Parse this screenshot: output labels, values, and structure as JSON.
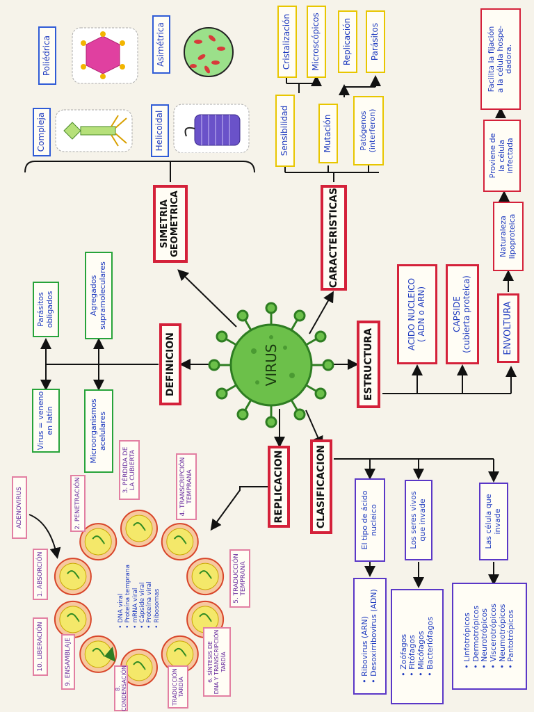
{
  "center": {
    "label": "VIRUS",
    "color": "#6cc04a"
  },
  "main_nodes": {
    "simetria": "SIMETRIA\nGEOMETRICA",
    "caracteristicas": "CARACTERISTICAS",
    "definicion": "DEFINICION",
    "estructura": "ESTRUCTURA",
    "replicacion": "REPLICACION",
    "clasificacion": "CLASIFICACION"
  },
  "simetria_types": {
    "poliedrica": "Poliédrica",
    "asimetrica": "Asimétrica",
    "compleja": "Compleja",
    "helicoidal": "Helicoidal"
  },
  "caracteristicas": {
    "cristalizacion": "Cristalización",
    "microscopicos": "Microscópicos",
    "replicacion": "Replicación",
    "parasitos": "Parásitos",
    "sensibilidad": "Sensibilidad",
    "mutacion": "Mutación",
    "patogenos": "Patógenos\n(interferon)"
  },
  "envoltura_info": {
    "facilita": "Facilita la fijación\na la célula hospe-\ndadora.",
    "proviene": "Proviene de\nla célula\ninfectada",
    "naturaleza": "Naturaleza\nlipoproteica"
  },
  "definicion": {
    "parasitos_obligados": "Parásitos\nobligados",
    "agregados": "Agregados\nsupramoleculares",
    "virus_veneno": "Virus = veneno\nen latín",
    "microorganismos": "Microorganismos\nacelulares"
  },
  "estructura": {
    "acido": "ACIDO NUCLEICO\n( ADN o ARN)",
    "capside": "CAPSIDE\n(cubierta proteica)",
    "envoltura": "ENVOLTURA"
  },
  "clasificacion": {
    "tipo_acido": "El tipo de ácido\nnucleico",
    "seres_vivos": "Los seres vivos\nque invade",
    "celula": "Las célula que\ninvade",
    "acido_list": [
      "Ribovirus (ARN)",
      "Desoxirribovirus (ADN)"
    ],
    "seres_list": [
      "Zoófagos",
      "Fitófagos",
      "Micófagos",
      "Bacteriófagos"
    ],
    "celula_list": [
      "Linfotrópicos",
      "Dermotrópicos",
      "Neurotrópicos",
      "Viscerotrópicos",
      "Neumotrópicos",
      "Pantotrópicos"
    ]
  },
  "replicacion_cycle": {
    "adenovirus": "ADENOVIRUS",
    "steps": {
      "s1": "1. ABSORCIÓN",
      "s2": "2. PENETRACIÓN",
      "s3": "3. PÉRDIDA DE\nLA CUBIERTA",
      "s4": "4. TRANSCRIPCIÓN\nTEMPRANA",
      "s5": "5. TRADUCCIÓN\nTEMPRANA",
      "s6": "6. SÍNTESIS DE\nDNA Y TRANSCRIPCIÓN\nTARDÍA",
      "s7": "TRADUCCIÓN\nTARDÍA",
      "s8": "8. CONDENSACIÓN",
      "s9": "9. ENSAMBLAJE",
      "s10": "10. LIBERACIÓN"
    },
    "legend": [
      "DNA viral",
      "Proteína temprana",
      "mRNA viral",
      "Cápside viral",
      "Proteína viral",
      "Ribosomas"
    ]
  }
}
